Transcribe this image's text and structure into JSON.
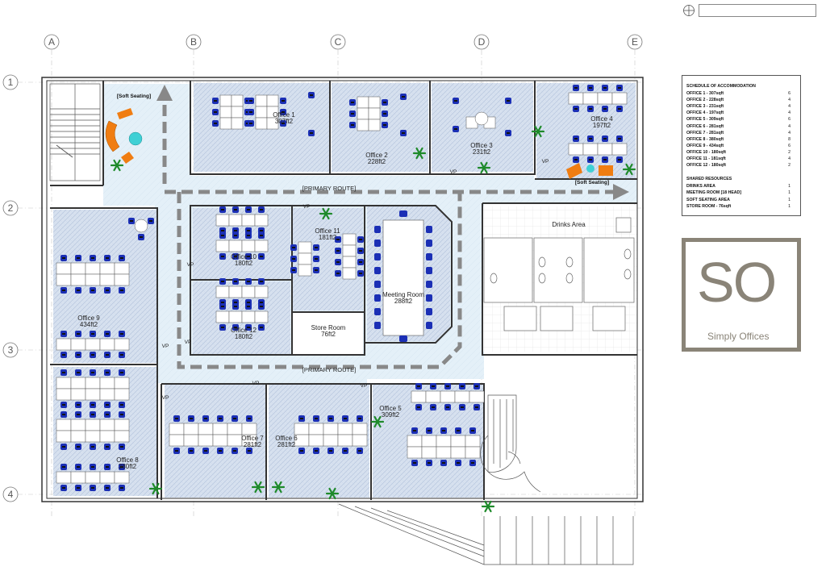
{
  "grid": {
    "columns": [
      "A",
      "B",
      "C",
      "D",
      "E"
    ],
    "rows": [
      "1",
      "2",
      "3",
      "4"
    ]
  },
  "rooms": {
    "office1": {
      "name": "Office 1",
      "area": "307ft2"
    },
    "office2": {
      "name": "Office 2",
      "area": "228ft2"
    },
    "office3": {
      "name": "Office 3",
      "area": "231ft2"
    },
    "office4": {
      "name": "Office 4",
      "area": "197ft2"
    },
    "office5": {
      "name": "Office 5",
      "area": "309ft2"
    },
    "office6": {
      "name": "Office 6",
      "area": "281ft2"
    },
    "office7": {
      "name": "Office 7",
      "area": "281ft2"
    },
    "office8": {
      "name": "Office 8",
      "area": "380ft2"
    },
    "office9": {
      "name": "Office 9",
      "area": "434ft2"
    },
    "office10": {
      "name": "Office 10",
      "area": "180ft2"
    },
    "office11": {
      "name": "Office 11",
      "area": "181ft2"
    },
    "office12": {
      "name": "Office 12",
      "area": "180ft2"
    },
    "meeting": {
      "name": "Meeting Room",
      "area": "288ft2"
    },
    "store": {
      "name": "Store Room",
      "area": "76ft2"
    },
    "drinks": {
      "name": "Drinks Area"
    }
  },
  "labels": {
    "primary_route": "[PRIMARY ROUTE]",
    "soft_seating": "[Soft Seating]",
    "vp": "VP"
  },
  "schedule": {
    "title": "SCHEDULE OF ACCOMMODATION",
    "rows": [
      {
        "label": "OFFICE 1 - 307sqft",
        "value": "6"
      },
      {
        "label": "OFFICE 2 - 228sqft",
        "value": "4"
      },
      {
        "label": "OFFICE 3 - 231sqft",
        "value": "4"
      },
      {
        "label": "OFFICE 4 - 197sqft",
        "value": "4"
      },
      {
        "label": "OFFICE 5 - 309sqft",
        "value": "6"
      },
      {
        "label": "OFFICE 6 - 281sqft",
        "value": "4"
      },
      {
        "label": "OFFICE 7 - 281sqft",
        "value": "4"
      },
      {
        "label": "OFFICE 8 - 380sqft",
        "value": "8"
      },
      {
        "label": "OFFICE 9 - 434sqft",
        "value": "6"
      },
      {
        "label": "OFFICE 10 - 180sqft",
        "value": "2"
      },
      {
        "label": "OFFICE 11 - 181sqft",
        "value": "4"
      },
      {
        "label": "OFFICE 12 - 180sqft",
        "value": "2"
      }
    ],
    "shared_title": "SHARED RESOURCES",
    "shared_rows": [
      {
        "label": "DRINKS AREA",
        "value": "1"
      },
      {
        "label": "MEETING ROOM [18 HEAD]",
        "value": "1"
      },
      {
        "label": "SOFT SEATING AREA",
        "value": "1"
      },
      {
        "label": "STORE ROOM - 76sqft",
        "value": "1"
      }
    ]
  },
  "logo": {
    "mark": "SO",
    "name": "Simply Offices"
  },
  "colors": {
    "floor_tile": "#d5dfee",
    "corridor": "#e6f1f8",
    "chair_blue": "#1b2fb5",
    "soft_orange": "#f07d12",
    "route_grey": "#888888",
    "wall": "#333333",
    "logo_grey": "#8a8478"
  }
}
